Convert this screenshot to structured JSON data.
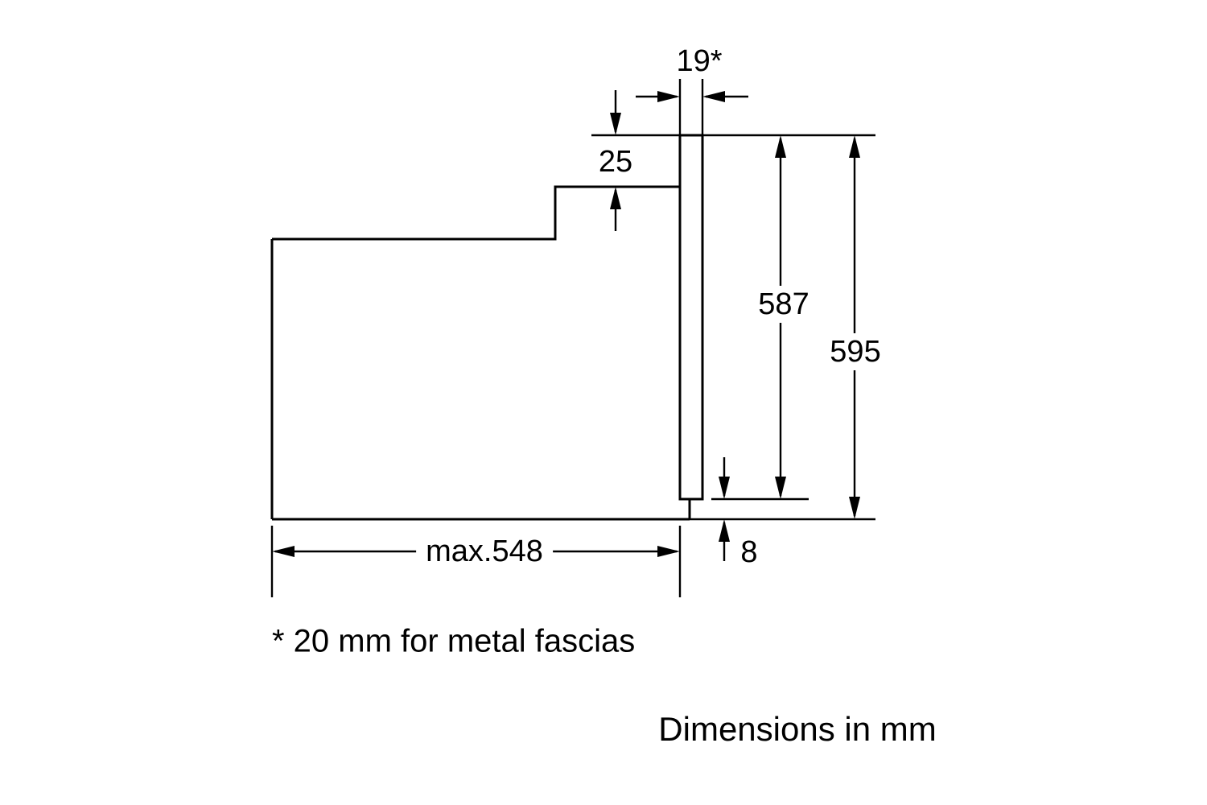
{
  "page": {
    "background": "#ffffff",
    "line_color": "#000000"
  },
  "diagram": {
    "labels": {
      "fascia_thickness": "19*",
      "top_step": "25",
      "cutout_height": "587",
      "fascia_height": "595",
      "max_depth": "max.548",
      "bottom_gap": "8"
    },
    "footnote": "* 20 mm for metal fascias",
    "caption": "Dimensions in mm"
  }
}
